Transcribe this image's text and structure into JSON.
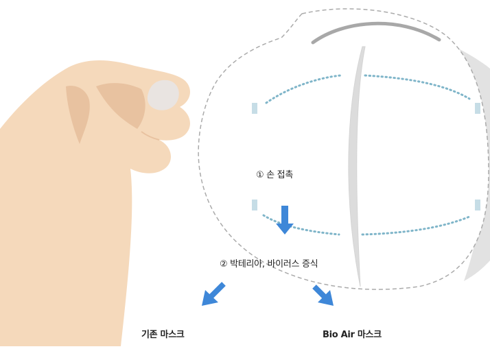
{
  "diagram": {
    "step1_label": "① 손 접촉",
    "step2_label": "② 박테리아, 바이러스 증식",
    "outcomes": {
      "conventional_label": "기존 마스크",
      "bioair_label": "Bio Air 마스크"
    }
  },
  "colors": {
    "skin": "#f5d9bb",
    "skin_shadow": "#e8c2a0",
    "nail": "#e9e4e1",
    "mask_outline": "#aaaaaa",
    "mask_fold": "#dddddd",
    "nose_wire": "#a8a8a8",
    "strap": "#e2e2e2",
    "dotted_seam": "#7fb5c9",
    "clip": "#c6dde6",
    "arrow": "#3e87d8",
    "text": "#222222"
  }
}
